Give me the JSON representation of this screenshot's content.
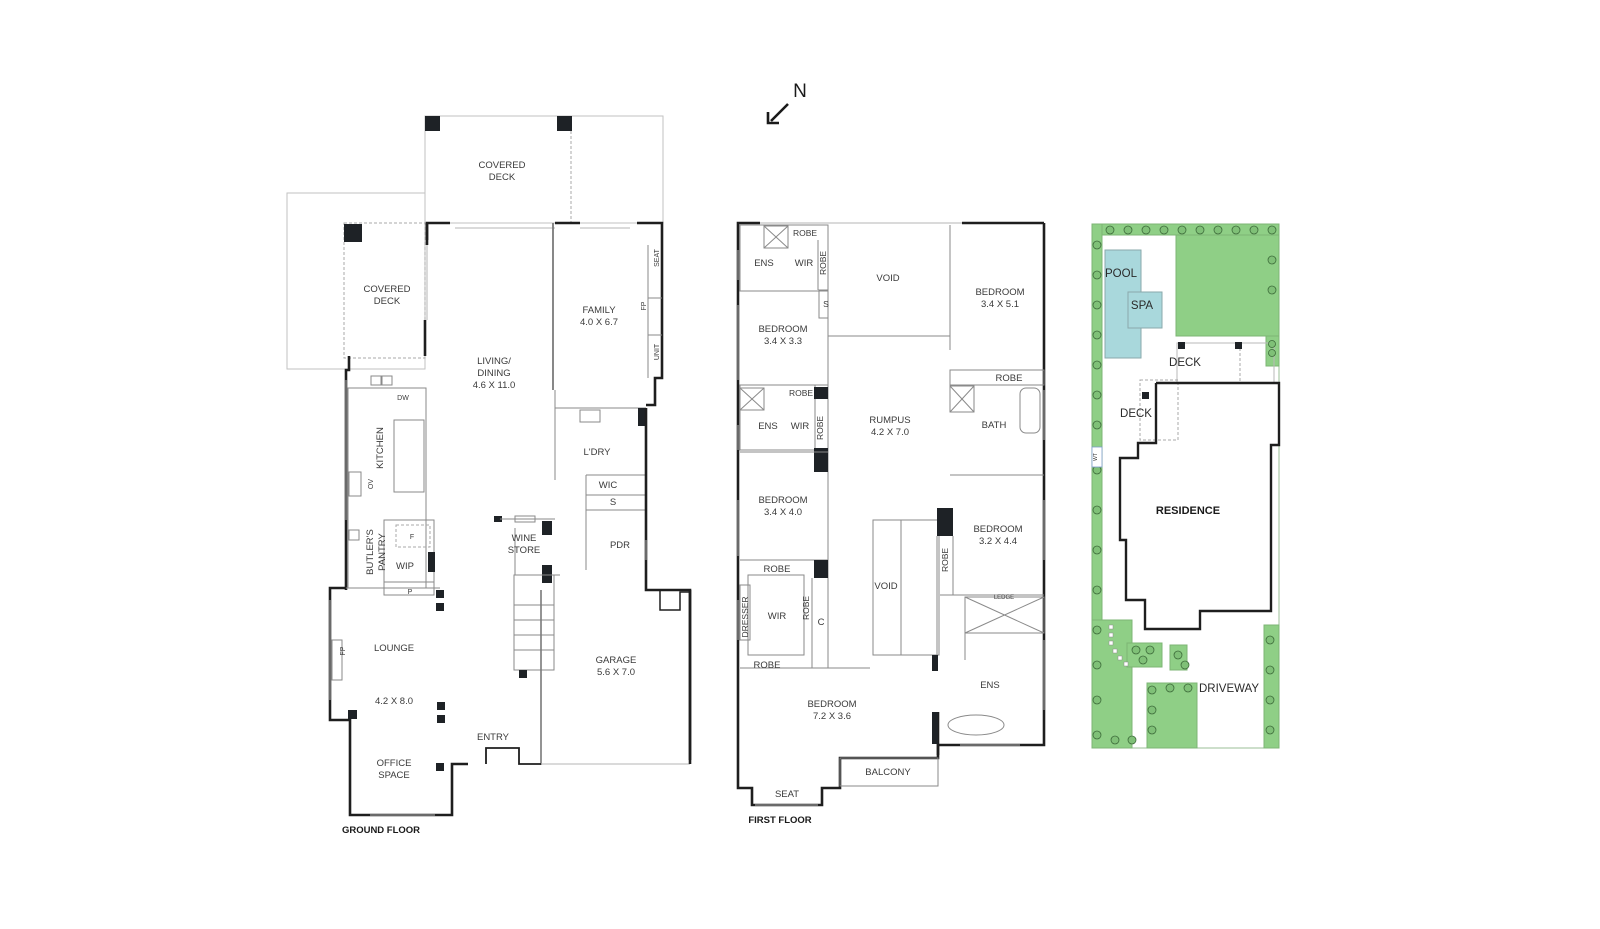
{
  "compass": {
    "label": "N",
    "icon": "north-arrow-icon",
    "direction": "south-west"
  },
  "ground_floor": {
    "title": "GROUND FLOOR",
    "rooms": {
      "covered_deck_top": [
        "COVERED",
        "DECK"
      ],
      "covered_deck_left": [
        "COVERED",
        "DECK"
      ],
      "family": [
        "FAMILY",
        "4.0 X 6.7"
      ],
      "family_seat": "SEAT",
      "family_fp": "FP",
      "family_unit": "UNIT",
      "living_dining": [
        "LIVING/",
        "DINING",
        "4.6 X 11.0"
      ],
      "kitchen": "KITCHEN",
      "kitchen_dw": "DW",
      "kitchen_ov": "OV",
      "laundry": "L'DRY",
      "wic": "WIC",
      "s": "S",
      "pdr": "PDR",
      "wine_store": [
        "WINE",
        "STORE"
      ],
      "butlers_pantry": [
        "BUTLER'S",
        "PANTRY"
      ],
      "fridge": "F",
      "wip": "WIP",
      "pantry_p": "P",
      "lounge": "LOUNGE",
      "lounge_size": "4.2 X 8.0",
      "lounge_fp": "FP",
      "garage": [
        "GARAGE",
        "5.6 X 7.0"
      ],
      "entry": "ENTRY",
      "office_space": [
        "OFFICE",
        "SPACE"
      ]
    }
  },
  "first_floor": {
    "title": "FIRST FLOOR",
    "rooms": {
      "robe_1": "ROBE",
      "ens_1": "ENS",
      "wir_1": "WIR",
      "robe_1v": "ROBE",
      "s_1": "S",
      "void_top": "VOID",
      "bedroom_1": [
        "BEDROOM",
        "3.4 X 5.1"
      ],
      "bedroom_2": [
        "BEDROOM",
        "3.4 X 3.3"
      ],
      "robe_2": "ROBE",
      "ens_2": "ENS",
      "wir_2": "WIR",
      "robe_2v": "ROBE",
      "rumpus": [
        "RUMPUS",
        "4.2 X 7.0"
      ],
      "robe_bath": "ROBE",
      "bath": "BATH",
      "bedroom_3": [
        "BEDROOM",
        "3.4 X 4.0"
      ],
      "bedroom_4": [
        "BEDROOM",
        "3.2 X 4.4"
      ],
      "robe_4v": "ROBE",
      "void_stair": "VOID",
      "robe_master_top": "ROBE",
      "dresser": "DRESSER",
      "wir_master": "WIR",
      "robe_master_v": "ROBE",
      "c": "C",
      "robe_master_bottom": "ROBE",
      "ledge": "LEDGE",
      "ens_master": "ENS",
      "bedroom_master": [
        "BEDROOM",
        "7.2 X 3.6"
      ],
      "balcony": "BALCONY",
      "seat": "SEAT"
    }
  },
  "site_plan": {
    "pool": "POOL",
    "spa": "SPA",
    "deck_top": "DECK",
    "deck_left": "DECK",
    "residence": "RESIDENCE",
    "driveway": "DRIVEWAY",
    "wt": "WT",
    "colors": {
      "grass": "#8fcf86",
      "water": "#a9d8dc",
      "tree": "#7fc077"
    }
  },
  "colors": {
    "wall": "#1e1e1e",
    "column": "#1e2226",
    "line": "#8a8a8a",
    "text": "#3a3a3a"
  }
}
